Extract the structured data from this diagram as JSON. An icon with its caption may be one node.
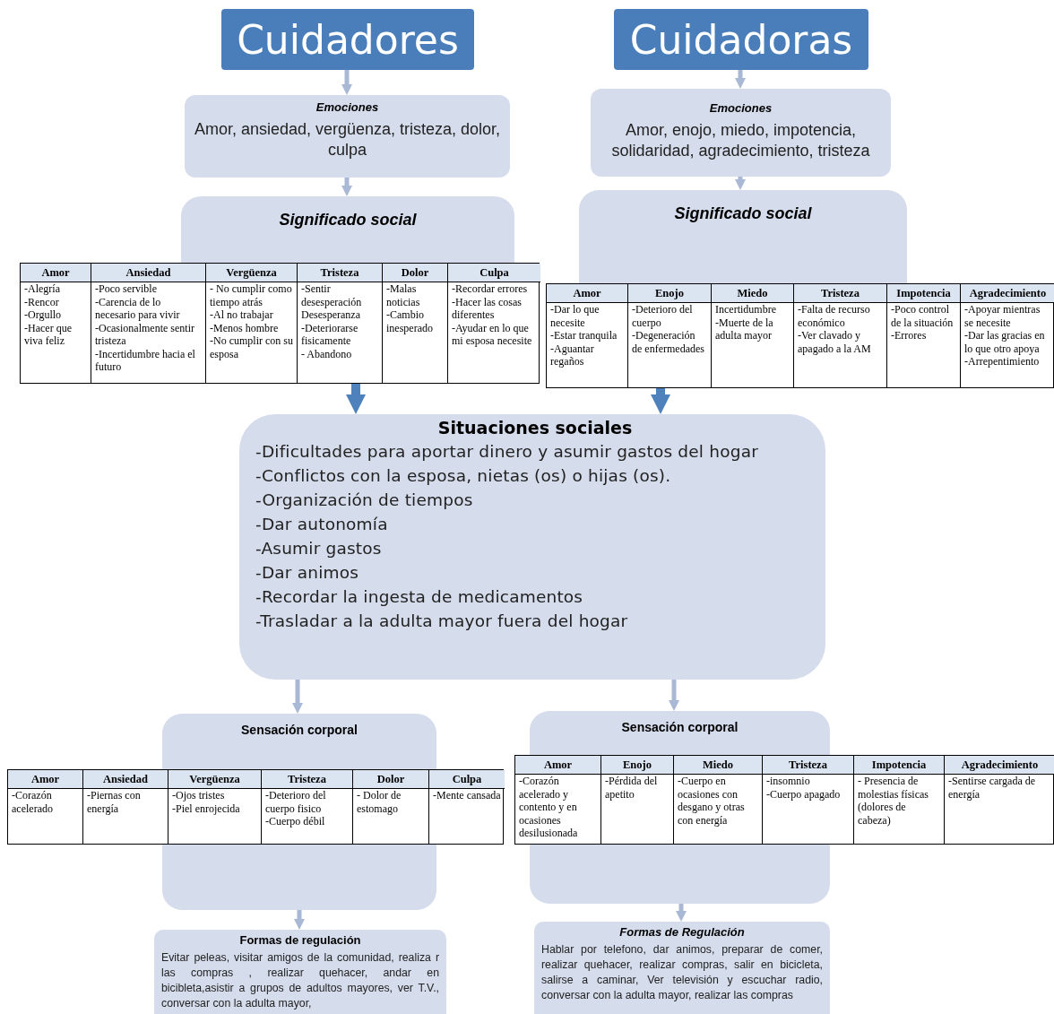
{
  "diagram": {
    "nodes": [
      {
        "text": [
          "Cuidadores"
        ]
      },
      {
        "text": [
          "Cuidadoras"
        ]
      },
      {
        "text": [
          "Emociones",
          "Amor,  ansiedad, vergüenza, tristeza, dolor, culpa"
        ]
      },
      {
        "text": [
          "Emociones",
          "Amor, enojo, miedo, impotencia, solidaridad, agradecimiento,  tristeza"
        ]
      },
      {
        "text": [
          "Significado social"
        ]
      },
      {
        "text": [
          "Significado social"
        ]
      },
      {
        "text": [],
        "shape": "table"
      },
      {
        "text": [
          "Amor",
          "-Alegría",
          "-Rencor",
          "-Orgullo",
          "-Hacer que viva feliz"
        ],
        "in": 6
      },
      {
        "text": [
          "Ansiedad",
          "-Poco servible",
          "-Carencia de lo necesario para vivir",
          "-Ocasionalmente sentir tristeza",
          "-Incertidumbre hacia el  futuro"
        ],
        "in": 6
      },
      {
        "text": [
          "Vergüenza",
          "- No cumplir como tiempo atrás",
          "-Al no trabajar",
          "-Menos hombre",
          "-No cumplir con su esposa"
        ],
        "in": 6
      },
      {
        "text": [
          "Tristeza",
          "-Sentir desesperación",
          "Desesperanza",
          "-Deteriorarse fisicamente",
          "- Abandono"
        ],
        "in": 6
      },
      {
        "text": [
          "Dolor",
          "-Malas noticias",
          "-Cambio inesperado"
        ],
        "in": 6
      },
      {
        "text": [
          "Culpa",
          "-Recordar errores",
          "-Hacer las cosas diferentes",
          "-Ayudar en lo que mi esposa necesite"
        ],
        "in": 6
      },
      {
        "text": [],
        "shape": "table"
      },
      {
        "text": [
          "Amor",
          "-Dar lo que necesite",
          "-Estar tranquila",
          "-Aguantar regaños"
        ],
        "in": 13
      },
      {
        "text": [
          "Enojo",
          "-Deterioro del cuerpo",
          "-Degeneración de enfermedades"
        ],
        "in": 13
      },
      {
        "text": [
          "Miedo",
          "Incertidumbre",
          "-Muerte de la adulta mayor"
        ],
        "in": 13
      },
      {
        "text": [
          "Tristeza",
          "-Falta de recurso económico",
          "-Ver clavado y apagado a la AM"
        ],
        "in": 13
      },
      {
        "text": [
          "Impotencia",
          "-Poco control de la situación",
          "-Errores"
        ],
        "in": 13
      },
      {
        "text": [
          "Agradecimiento",
          "-Apoyar mientras se necesite",
          "-Dar las gracias en lo que otro apoya",
          "-Arrepentimiento"
        ],
        "in": 13
      },
      {
        "text": [
          "Situaciones sociales",
          "-Dificultades para aportar dinero y asumir gastos del hogar",
          "-Conflictos con la esposa, nietas (os)  o hijas (os).",
          "-Organización de tiempos",
          "-Dar autonomía",
          "-Asumir gastos",
          "-Dar animos",
          "-Recordar la ingesta de medicamentos",
          "-Trasladar a la adulta  mayor fuera del hogar"
        ]
      },
      {
        "text": [
          "Sensación corporal"
        ]
      },
      {
        "text": [
          "Sensación corporal"
        ]
      },
      {
        "text": [],
        "shape": "table"
      },
      {
        "text": [
          "Amor",
          "-Corazón acelerado"
        ],
        "in": 23
      },
      {
        "text": [
          "Ansiedad",
          "-Piernas con energía"
        ],
        "in": 23
      },
      {
        "text": [
          "Vergüenza",
          "-Ojos tristes",
          "-Piel enrojecida"
        ],
        "in": 23
      },
      {
        "text": [
          "Tristeza",
          "-Deterioro del cuerpo fisico",
          "-Cuerpo débil"
        ],
        "in": 23
      },
      {
        "text": [
          "Dolor",
          "- Dolor de estomago"
        ],
        "in": 23
      },
      {
        "text": [
          "Culpa",
          "-Mente cansada"
        ],
        "in": 23
      },
      {
        "text": [],
        "shape": "table"
      },
      {
        "text": [
          "Amor",
          "-Corazón acelerado y contento y en ocasiones desilusionada"
        ],
        "in": 30
      },
      {
        "text": [
          "Enojo",
          "-Pérdida del apetito"
        ],
        "in": 30
      },
      {
        "text": [
          "Miedo",
          "-Cuerpo en ocasiones con desgano y otras con energía"
        ],
        "in": 30
      },
      {
        "text": [
          "Tristeza",
          "-insomnio",
          "-Cuerpo apagado"
        ],
        "in": 30
      },
      {
        "text": [
          "Impotencia",
          "- Presencia de molestias físicas (dolores de cabeza)"
        ],
        "in": 30
      },
      {
        "text": [
          "Agradecimiento",
          "-Sentirse cargada de energía"
        ],
        "in": 30
      },
      {
        "text": [],
        "shape": "box"
      },
      {
        "text": [],
        "shape": "box"
      },
      {
        "text": [
          "Formas de regulación",
          "Evitar peleas, visitar amigos de la comunidad, realiza r las compras , realizar quehacer, andar en bicibleta,asistir a grupos de adultos mayores, ver T.V., conversar con la adulta mayor,"
        ]
      },
      {
        "text": [
          "Formas de Regulación",
          "Hablar por telefono, dar animos, preparar de comer, realizar quehacer, realizar compras, salir en bicicleta, salirse a caminar,  Ver televisión y escuchar radio, conversar  con la adulta mayor, realizar las compras"
        ]
      }
    ],
    "edges": [
      {
        "from": 0,
        "to": 2,
        "arrow": "to"
      },
      {
        "from": 2,
        "to": 4,
        "arrow": "to"
      },
      {
        "from": 1,
        "to": 3,
        "arrow": "to"
      },
      {
        "from": 3,
        "to": 5,
        "arrow": "to"
      },
      {
        "from": 6,
        "to": 20,
        "arrow": "to",
        "style": "thick",
        "color": "#4f81bd"
      },
      {
        "from": 13,
        "to": 20,
        "arrow": "to",
        "style": "thick",
        "color": "#4f81bd"
      },
      {
        "from": 20,
        "to": 21,
        "arrow": "to"
      },
      {
        "from": 20,
        "to": 22,
        "arrow": "to"
      },
      {
        "from": 37,
        "to": 39,
        "arrow": "to"
      },
      {
        "from": 38,
        "to": 40,
        "arrow": "to"
      }
    ]
  }
}
